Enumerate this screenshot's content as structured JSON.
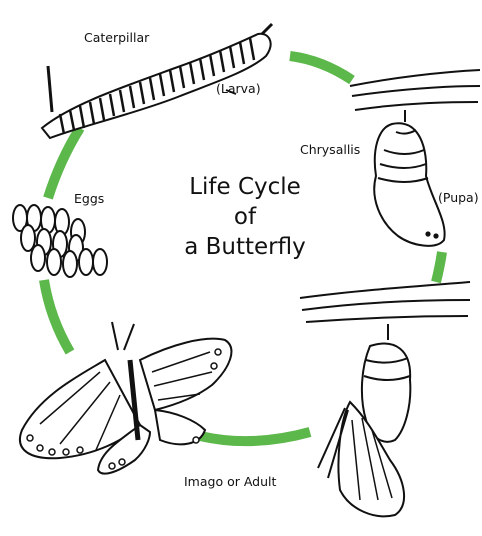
{
  "title": {
    "line1": "Life Cycle",
    "line2": "of",
    "line3": "a Butterfly"
  },
  "stages": {
    "caterpillar": "Caterpillar",
    "larva": "(Larva)",
    "chrysallis": "Chrysallis",
    "pupa": "(Pupa)",
    "eggs": "Eggs",
    "adult": "Imago or Adult"
  },
  "colors": {
    "arrow": "#5cb84a",
    "ink": "#111111"
  }
}
